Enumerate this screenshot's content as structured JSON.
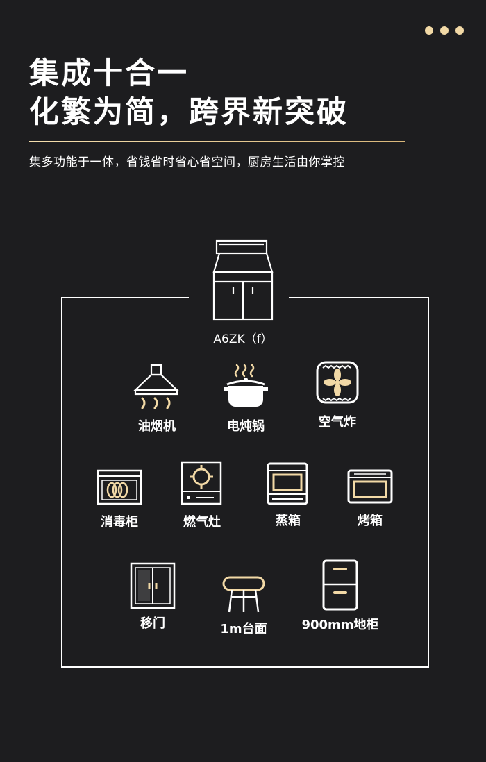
{
  "headline": {
    "line1": "集成十合一",
    "line2": "化繁为简，跨界新突破"
  },
  "subtitle": "集多功能于一体，省钱省时省心省空间，厨房生活由你掌控",
  "product": {
    "model": "A6ZK（f）",
    "icon": "integrated-stove-icon"
  },
  "features": {
    "row1": [
      {
        "label": "油烟机",
        "icon": "range-hood-icon"
      },
      {
        "label": "电炖锅",
        "icon": "stew-pot-icon"
      },
      {
        "label": "空气炸",
        "icon": "air-fryer-icon"
      }
    ],
    "row2": [
      {
        "label": "消毒柜",
        "icon": "sterilizer-icon"
      },
      {
        "label": "燃气灶",
        "icon": "gas-stove-icon"
      },
      {
        "label": "蒸箱",
        "icon": "steam-oven-icon"
      },
      {
        "label": "烤箱",
        "icon": "oven-icon"
      }
    ],
    "row3": [
      {
        "label": "移门",
        "icon": "sliding-door-icon"
      },
      {
        "label": "1m台面",
        "icon": "countertop-icon"
      },
      {
        "label": "900mm地柜",
        "icon": "floor-cabinet-icon"
      }
    ]
  },
  "colors": {
    "background": "#1d1d1f",
    "accent": "#f2d9a6",
    "line": "#ffffff"
  }
}
